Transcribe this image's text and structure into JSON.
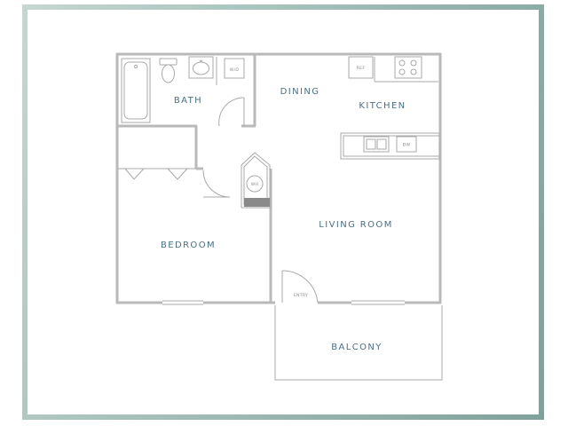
{
  "rooms": {
    "bath": "BATH",
    "dining": "DINING",
    "kitchen": "KITCHEN",
    "bedroom": "BEDROOM",
    "living": "LIVING ROOM",
    "balcony": "BALCONY"
  },
  "fixtures": {
    "refrigerator": "REF",
    "dishwasher": "DW",
    "washer_dryer": "W/D",
    "water_heater": "WH",
    "entry": "ENTRY"
  },
  "colors": {
    "frame_gradient_start": "#5f8a82",
    "frame_gradient_end": "#dfe9e6",
    "wall": "#b9b9b9",
    "label": "#4a6f86"
  },
  "icons": {
    "bathtub": "bathtub-icon",
    "toilet": "toilet-icon",
    "sink": "sink-icon",
    "stove": "stove-icon",
    "kitchen_sink": "kitchen-sink-icon"
  }
}
